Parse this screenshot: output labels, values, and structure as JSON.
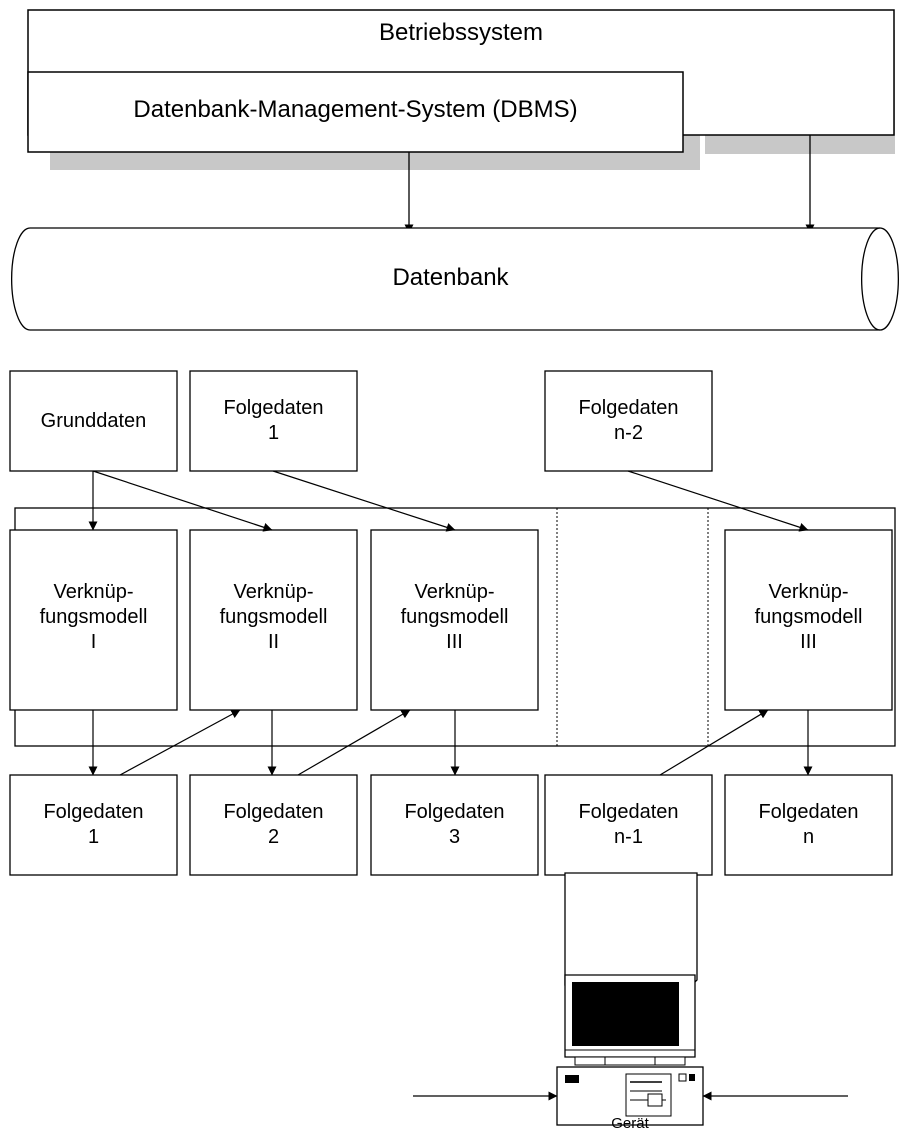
{
  "os": {
    "label": "Betriebssystem"
  },
  "dbms": {
    "label": "Datenbank-Management-System (DBMS)"
  },
  "database": {
    "label": "Datenbank"
  },
  "sources": [
    {
      "line1": "Grunddaten",
      "line2": ""
    },
    {
      "line1": "Folgedaten",
      "line2": "1"
    },
    {
      "line1": "Folgedaten",
      "line2": "n-2"
    }
  ],
  "models": [
    {
      "line1": "Verknüp-",
      "line2": "fungsmodell",
      "line3": "I"
    },
    {
      "line1": "Verknüp-",
      "line2": "fungsmodell",
      "line3": "II"
    },
    {
      "line1": "Verknüp-",
      "line2": "fungsmodell",
      "line3": "III"
    },
    {
      "line1": "Verknüp-",
      "line2": "fungsmodell",
      "line3": "III"
    }
  ],
  "outputs": [
    {
      "line1": "Folgedaten",
      "line2": "1"
    },
    {
      "line1": "Folgedaten",
      "line2": "2"
    },
    {
      "line1": "Folgedaten",
      "line2": "3"
    },
    {
      "line1": "Folgedaten",
      "line2": "n-1"
    },
    {
      "line1": "Folgedaten",
      "line2": "n"
    }
  ],
  "device": {
    "label": "Gerät"
  }
}
